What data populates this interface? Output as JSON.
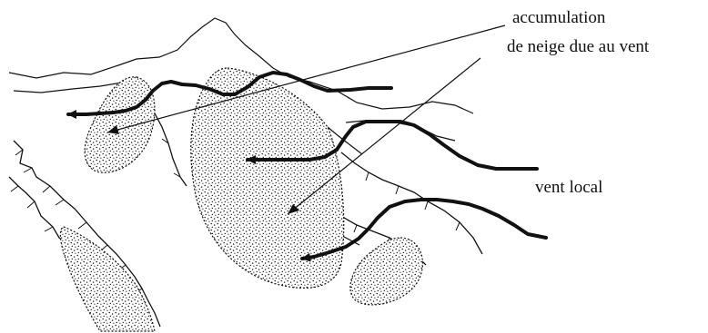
{
  "labels": {
    "accumulation_line1": "accumulation",
    "accumulation_line2": "de neige due au vent",
    "local_wind": "vent local"
  },
  "colors": {
    "ink": "#111111",
    "background": "#ffffff"
  },
  "legend_items": [
    {
      "name": "snow-accumulation-stipple",
      "label_ref": "accumulation"
    },
    {
      "name": "wind-arrow",
      "label_ref": "vent local"
    }
  ]
}
